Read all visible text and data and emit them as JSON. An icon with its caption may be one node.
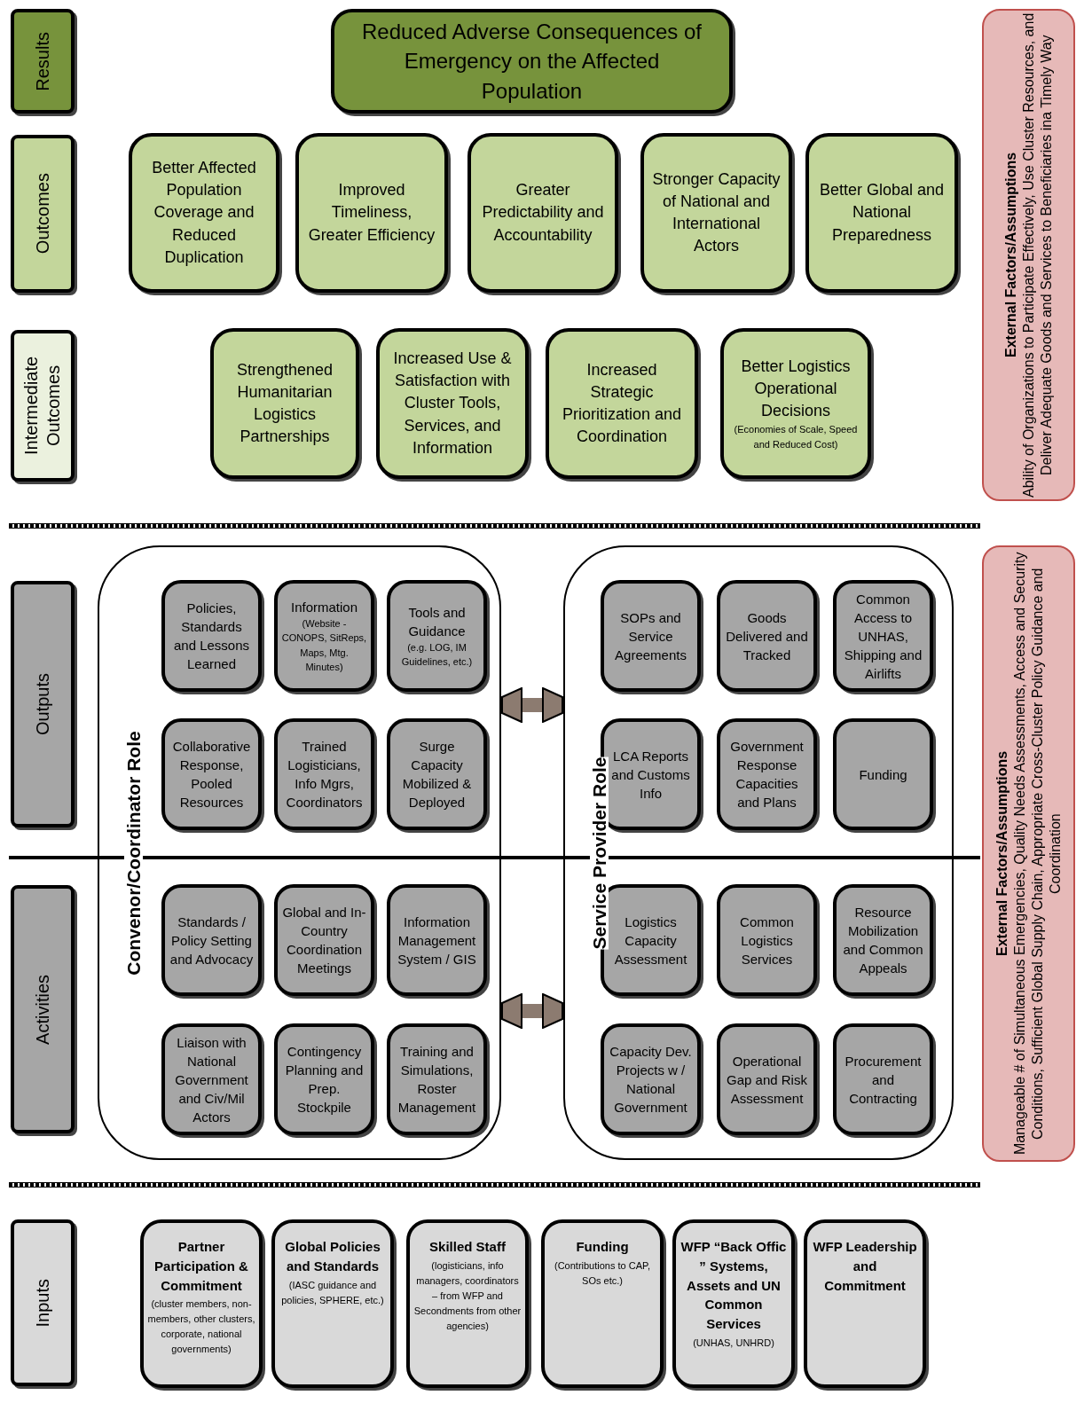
{
  "diagram": {
    "nodes": [
      {
        "text": [
          "Results"
        ]
      },
      {
        "text": [
          "Reduced Adverse Consequences of Emergency on the Affected Population"
        ]
      },
      {
        "text": [
          "External Factors/Assumptions",
          "Ability of Organizations to Participate Effectively, Use Cluster Resources, and Deliver Adequate Goods and Services to Beneficiaries ina Timely Way"
        ]
      },
      {
        "text": [
          "Outcomes"
        ]
      },
      {
        "text": [
          "Better Affected Population Coverage and Reduced Duplication"
        ]
      },
      {
        "text": [
          "Improved Timeliness, Greater Efficiency"
        ]
      },
      {
        "text": [
          "Greater Predictability and Accountability"
        ]
      },
      {
        "text": [
          "Stronger Capacity of National and International Actors"
        ]
      },
      {
        "text": [
          "Better Global and National Preparedness"
        ]
      },
      {
        "text": [
          "Intermediate Outcomes"
        ]
      },
      {
        "text": [
          "Strengthened Humanitarian Logistics Partnerships"
        ]
      },
      {
        "text": [
          "Increased Use & Satisfaction with Cluster Tools, Services, and Information"
        ]
      },
      {
        "text": [
          "Increased Strategic Prioritization and Coordination"
        ]
      },
      {
        "text": [
          "Better Logistics Operational Decisions",
          "(Economies of Scale, Speed and Reduced Cost)"
        ]
      },
      {
        "text": [
          "Outputs"
        ]
      },
      {
        "text": [
          "External Factors/Assumptions",
          "Manageable # of Simultaneous Emergencies, Quality Needs Assessments, Access and Security Conditions, Sufficient Global Supply Chain, Appropriate Cross-Cluster Policy Guidance and Coordination"
        ]
      },
      {
        "text": [
          "Convenor/Coordinator Role"
        ]
      },
      {
        "text": [
          "Policies, Standards and Lessons Learned"
        ],
        "in": 16
      },
      {
        "text": [
          "Information",
          "(Website - CONOPS, SitReps, Maps, Mtg. Minutes)"
        ],
        "in": 16
      },
      {
        "text": [
          "Tools and Guidance",
          "(e.g. LOG, IM Guidelines, etc.)"
        ],
        "in": 16
      },
      {
        "text": [
          "Collaborative Response, Pooled Resources"
        ],
        "in": 16
      },
      {
        "text": [
          "Trained Logisticians, Info Mgrs, Coordinators"
        ],
        "in": 16
      },
      {
        "text": [
          "Surge Capacity Mobilized & Deployed"
        ],
        "in": 16
      },
      {
        "text": [
          "Standards / Policy Setting and Advocacy"
        ],
        "in": 16
      },
      {
        "text": [
          "Global and In-Country Coordination Meetings"
        ],
        "in": 16
      },
      {
        "text": [
          "Information Management System / GIS"
        ],
        "in": 16
      },
      {
        "text": [
          "Liaison with National Government and Civ/Mil Actors"
        ],
        "in": 16
      },
      {
        "text": [
          "Contingency Planning and Prep. Stockpile"
        ],
        "in": 16
      },
      {
        "text": [
          "Training and Simulations, Roster Management"
        ],
        "in": 16
      },
      {
        "text": [
          "Service Provider Role"
        ]
      },
      {
        "text": [
          "SOPs and Service Agreements"
        ],
        "in": 29
      },
      {
        "text": [
          "Goods Delivered and Tracked"
        ],
        "in": 29
      },
      {
        "text": [
          "Common Access to UNHAS, Shipping and Airlifts"
        ],
        "in": 29
      },
      {
        "text": [
          "LCA Reports and Customs Info"
        ],
        "in": 29
      },
      {
        "text": [
          "Government Response Capacities and Plans"
        ],
        "in": 29
      },
      {
        "text": [
          "Funding"
        ],
        "in": 29
      },
      {
        "text": [
          "Logistics Capacity Assessment"
        ],
        "in": 29
      },
      {
        "text": [
          "Common Logistics Services"
        ],
        "in": 29
      },
      {
        "text": [
          "Resource Mobilization and Common Appeals"
        ],
        "in": 29
      },
      {
        "text": [
          "Capacity Dev. Projects w / National Government"
        ],
        "in": 29
      },
      {
        "text": [
          "Operational Gap and Risk Assessment"
        ],
        "in": 29
      },
      {
        "text": [
          "Procurement and Contracting"
        ],
        "in": 29
      },
      {
        "text": [
          "Activities"
        ]
      },
      {
        "text": [
          "Inputs"
        ]
      },
      {
        "text": [
          "Partner Participation & Commitment",
          "(cluster members, non-members, other clusters, corporate, national governments)"
        ]
      },
      {
        "text": [
          "Global Policies and Standards",
          "(IASC guidance and policies, SPHERE, etc.)"
        ]
      },
      {
        "text": [
          "Skilled Staff",
          "(logisticians, info managers, coordinators – from WFP and Secondments from other agencies)"
        ]
      },
      {
        "text": [
          "Funding",
          "(Contributions to CAP, SOs etc.)"
        ]
      },
      {
        "text": [
          "WFP “Back Offic ” Systems, Assets and UN Common Services",
          "(UNHAS, UNHRD)"
        ]
      },
      {
        "text": [
          "WFP Leadership and Commitment"
        ]
      }
    ],
    "edges": [
      {
        "from": 16,
        "to": 29,
        "arrow": "both"
      },
      {
        "from": 16,
        "to": 29,
        "arrow": "both"
      }
    ]
  }
}
